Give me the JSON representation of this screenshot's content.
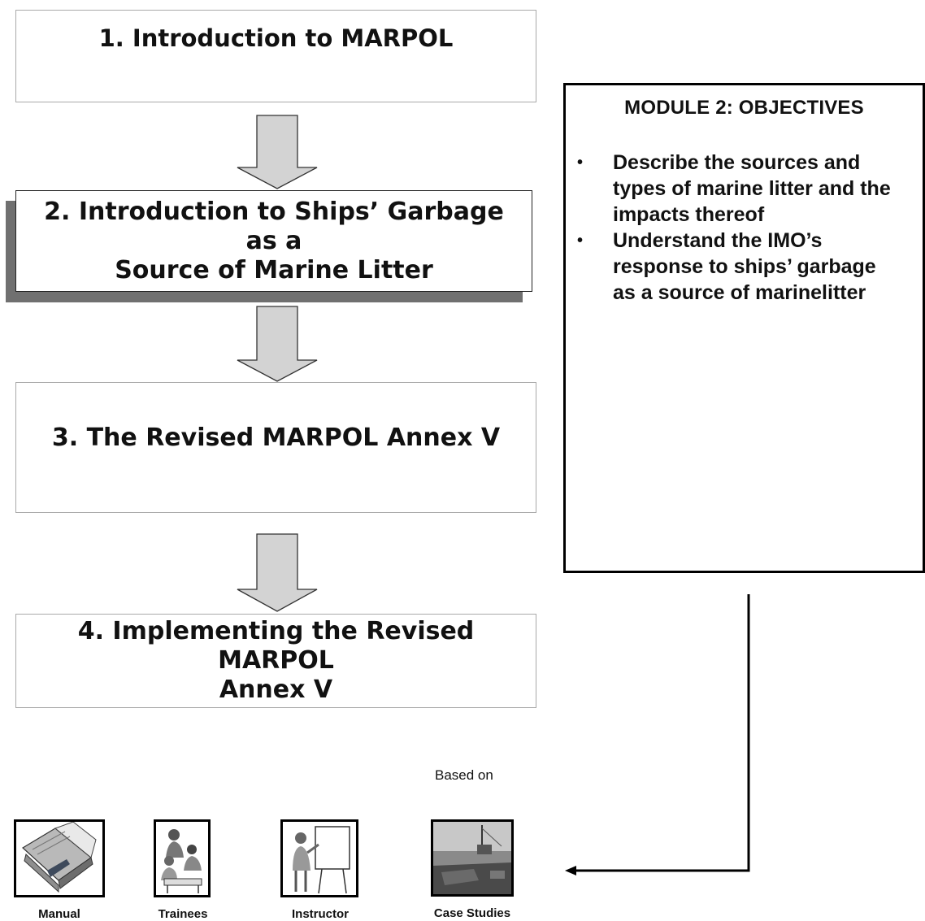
{
  "modules": [
    {
      "lines": [
        "1. Introduction to MARPOL"
      ]
    },
    {
      "lines": [
        "2. Introduction to Ships’ Garbage as a",
        "Source of Marine Litter"
      ]
    },
    {
      "lines": [
        "3. The Revised MARPOL Annex V"
      ]
    },
    {
      "lines": [
        "4. Implementing the Revised MARPOL",
        "Annex V"
      ]
    }
  ],
  "objectives": {
    "title": "MODULE 2: OBJECTIVES",
    "bullet": "•",
    "items": [
      {
        "lines": [
          "Describe the sources and",
          "types of marine litter and the",
          "impacts thereof"
        ]
      },
      {
        "lines": [
          "Understand the IMO’s",
          "response to ships’ garbage",
          "as a source of marinelitter"
        ]
      }
    ]
  },
  "based_on": "Based on",
  "resources": [
    {
      "label": "Manual",
      "icon": "manual-book-icon"
    },
    {
      "label": "Trainees",
      "icon": "trainees-group-icon"
    },
    {
      "label": "Instructor",
      "icon": "instructor-flipchart-icon"
    },
    {
      "label": "Case Studies",
      "icon": "ship-deck-photo-icon"
    }
  ],
  "colors": {
    "arrow_fill": "#d3d3d3",
    "shadow": "#707070",
    "box_border": "#a9a9a9"
  }
}
